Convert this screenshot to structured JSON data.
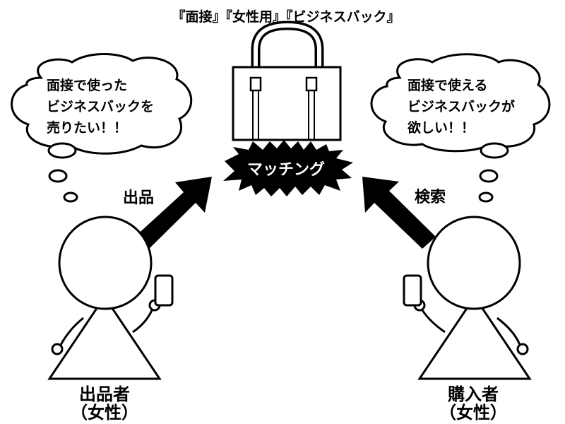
{
  "title": "『面接』『女性用』『ビジネスバック』",
  "seller_thought": {
    "lines": [
      "面接で使った",
      "ビジネスバックを",
      "売りたい！！"
    ]
  },
  "buyer_thought": {
    "lines": [
      "面接で使える",
      "ビジネスバックが",
      "欲しい！！"
    ]
  },
  "match_label": "マッチング",
  "seller_action": "出品",
  "buyer_action": "検索",
  "seller": {
    "name": "出品者",
    "note": "（女性）"
  },
  "buyer": {
    "name": "購入者",
    "note": "（女性）"
  }
}
